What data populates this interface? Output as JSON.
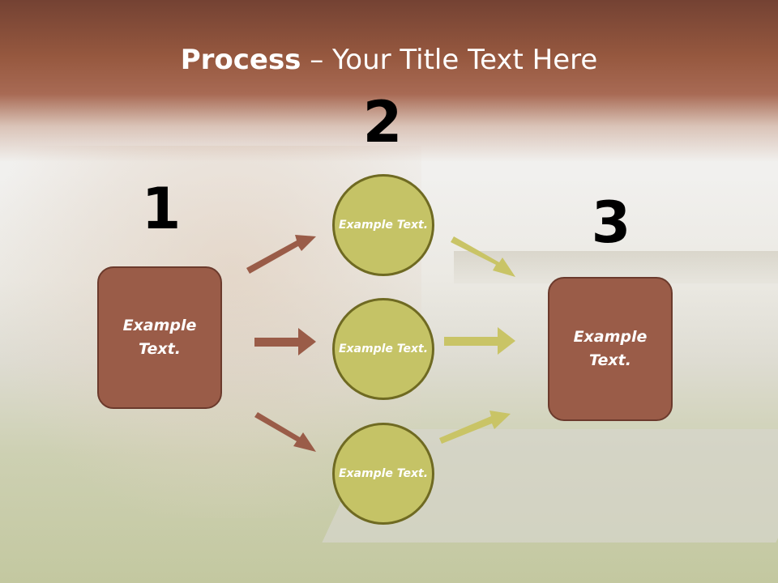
{
  "title": {
    "bold": "Process",
    "rest": " – Your Title Text Here"
  },
  "steps": [
    {
      "number": "1",
      "text": "Example Text."
    },
    {
      "number": "2"
    },
    {
      "number": "3",
      "text": "Example Text."
    }
  ],
  "circles": [
    {
      "text": "Example Text."
    },
    {
      "text": "Example Text."
    },
    {
      "text": "Example Text."
    }
  ],
  "colors": {
    "box_fill": "#9a5c48",
    "circle_fill": "#c5c366",
    "arrow_brown": "#9a5c48",
    "arrow_olive": "#c5c366",
    "header": "#96583f"
  }
}
